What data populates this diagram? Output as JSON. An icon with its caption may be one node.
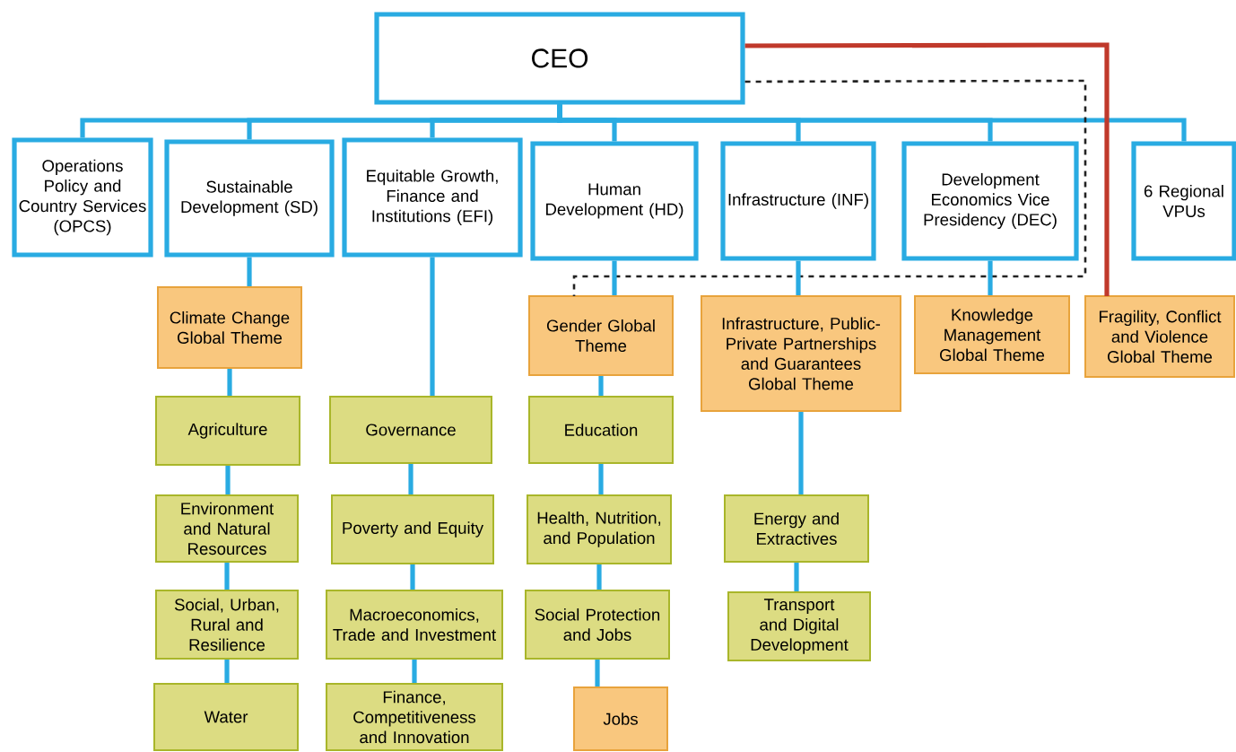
{
  "diagram": {
    "nodes": [
      {
        "text": [
          "CEO"
        ]
      },
      {
        "text": [
          "Operations Policy and Country Services (OPCS)"
        ]
      },
      {
        "text": [
          "Sustainable Development (SD)"
        ]
      },
      {
        "text": [
          "Equitable Growth, Finance and Institutions (EFI)"
        ]
      },
      {
        "text": [
          "Human Development (HD)"
        ]
      },
      {
        "text": [
          "Infrastructure (INF)"
        ]
      },
      {
        "text": [
          "Development Economics Vice Presidency (DEC)"
        ]
      },
      {
        "text": [
          "6 Regional VPUs"
        ]
      },
      {
        "text": [
          "Climate Change Global Theme"
        ]
      },
      {
        "text": [
          "Gender Global Theme"
        ]
      },
      {
        "text": [
          "Infrastructure, Public-Private Partnerships and Guarantees Global Theme"
        ]
      },
      {
        "text": [
          "Knowledge Management Global Theme"
        ]
      },
      {
        "text": [
          "Fragility, Conflict and Violence Global Theme"
        ]
      },
      {
        "text": [
          "Agriculture"
        ]
      },
      {
        "text": [
          "Governance"
        ]
      },
      {
        "text": [
          "Education"
        ]
      },
      {
        "text": [
          "Environment and Natural Resources"
        ]
      },
      {
        "text": [
          "Poverty and Equity"
        ]
      },
      {
        "text": [
          "Health, Nutrition, and Population"
        ]
      },
      {
        "text": [
          "Energy and Extractives"
        ]
      },
      {
        "text": [
          "Social, Urban, Rural and Resilience"
        ]
      },
      {
        "text": [
          "Macroeconomics, Trade and Investment"
        ]
      },
      {
        "text": [
          "Social Protection and Jobs"
        ]
      },
      {
        "text": [
          "Transport and Digital Development"
        ]
      },
      {
        "text": [
          "Water"
        ]
      },
      {
        "text": [
          "Finance, Competitiveness and Innovation"
        ]
      },
      {
        "text": [
          "Jobs"
        ]
      }
    ],
    "edges": [
      {
        "from": 0,
        "to": 1,
        "arrow": "none"
      },
      {
        "from": 0,
        "to": 2,
        "arrow": "none"
      },
      {
        "from": 0,
        "to": 3,
        "arrow": "none"
      },
      {
        "from": 0,
        "to": 4,
        "arrow": "none"
      },
      {
        "from": 0,
        "to": 5,
        "arrow": "none"
      },
      {
        "from": 0,
        "to": 6,
        "arrow": "none"
      },
      {
        "from": 0,
        "to": 7,
        "arrow": "none"
      },
      {
        "from": 0,
        "to": 12,
        "arrow": "none",
        "color": "#c0392b"
      },
      {
        "from": 0,
        "to": 9,
        "arrow": "none",
        "style": "dashed",
        "color": "#222222"
      },
      {
        "from": 2,
        "to": 8,
        "arrow": "none"
      },
      {
        "from": 8,
        "to": 13,
        "arrow": "none"
      },
      {
        "from": 13,
        "to": 16,
        "arrow": "none"
      },
      {
        "from": 16,
        "to": 20,
        "arrow": "none"
      },
      {
        "from": 20,
        "to": 24,
        "arrow": "none"
      },
      {
        "from": 3,
        "to": 14,
        "arrow": "none"
      },
      {
        "from": 14,
        "to": 17,
        "arrow": "none"
      },
      {
        "from": 17,
        "to": 21,
        "arrow": "none"
      },
      {
        "from": 21,
        "to": 25,
        "arrow": "none"
      },
      {
        "from": 4,
        "to": 9,
        "arrow": "none"
      },
      {
        "from": 9,
        "to": 15,
        "arrow": "none"
      },
      {
        "from": 15,
        "to": 18,
        "arrow": "none"
      },
      {
        "from": 18,
        "to": 22,
        "arrow": "none"
      },
      {
        "from": 22,
        "to": 26,
        "arrow": "none"
      },
      {
        "from": 5,
        "to": 10,
        "arrow": "none"
      },
      {
        "from": 10,
        "to": 19,
        "arrow": "none"
      },
      {
        "from": 19,
        "to": 23,
        "arrow": "none"
      },
      {
        "from": 6,
        "to": 11,
        "arrow": "none"
      }
    ]
  }
}
